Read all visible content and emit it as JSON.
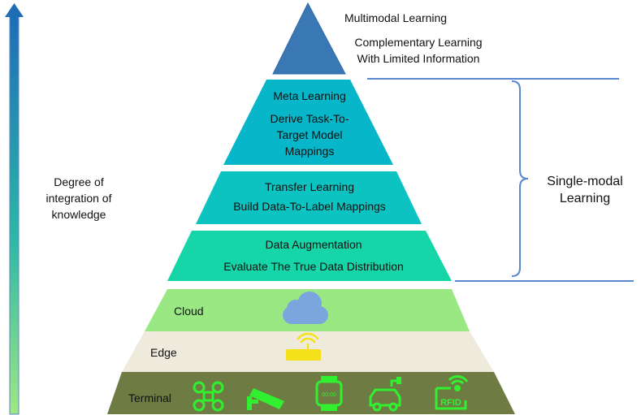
{
  "axis": {
    "label_lines": [
      "Degree of",
      "integration of",
      "knowledge"
    ]
  },
  "pyramid": {
    "top": {
      "title": "Multimodal Learning",
      "subtitle_lines": [
        "Complementary Learning",
        "With Limited Information"
      ]
    },
    "meta": {
      "title": "Meta Learning",
      "subtitle_lines": [
        "Derive Task-To-",
        "Target Model",
        "Mappings"
      ]
    },
    "transfer": {
      "title": "Transfer Learning",
      "subtitle": "Build Data-To-Label Mappings"
    },
    "augmentation": {
      "title": "Data Augmentation",
      "subtitle": "Evaluate The True Data Distribution"
    },
    "cloud": {
      "label": "Cloud",
      "icon": "cloud-icon"
    },
    "edge": {
      "label": "Edge",
      "icon": "wifi-router-icon"
    },
    "terminal": {
      "label": "Terminal",
      "icons": [
        "drone-icon",
        "camera-icon",
        "smartwatch-icon",
        "electric-car-icon",
        "rfid-icon"
      ],
      "watch_text": "00:00",
      "rfid_text": "RFID"
    }
  },
  "bracket": {
    "label_lines": [
      "Single-modal",
      "Learning"
    ]
  },
  "colors": {
    "top": "#3a78b5",
    "meta": "#07b6c9",
    "transfer": "#0cc3c1",
    "augmentation": "#16d6a9",
    "cloud_band": "#99e883",
    "edge_band": "#eeebdc",
    "terminal_band": "#6e7c44",
    "icon_green": "#31f02f",
    "bracket": "#5b86d0"
  }
}
